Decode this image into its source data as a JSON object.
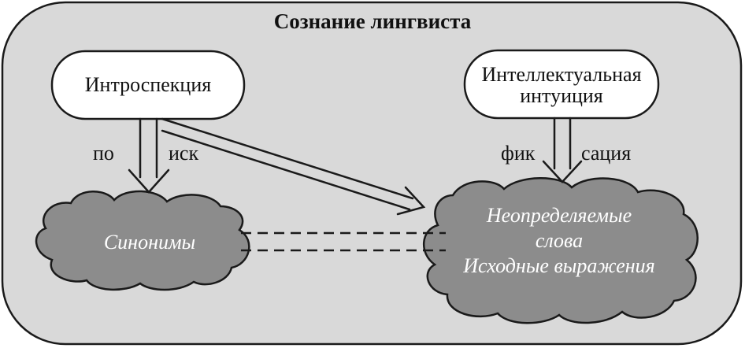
{
  "diagram": {
    "title": "Сознание лингвиста",
    "nodes": {
      "introspection": "Интроспекция",
      "intuition_line1": "Интеллектуальная",
      "intuition_line2": "интуиция",
      "synonyms": "Синонимы",
      "target_line1": "Неопределяемые",
      "target_line2": "слова",
      "target_line3": "Исходные выражения"
    },
    "edge_labels": {
      "search_left": "по",
      "search_right": "иск",
      "fix_left": "фик",
      "fix_right": "сация"
    },
    "colors": {
      "container_fill": "#d9d9d9",
      "cloud_fill": "#8c8c8c",
      "box_fill": "#ffffff",
      "stroke": "#1a1a1a"
    }
  }
}
